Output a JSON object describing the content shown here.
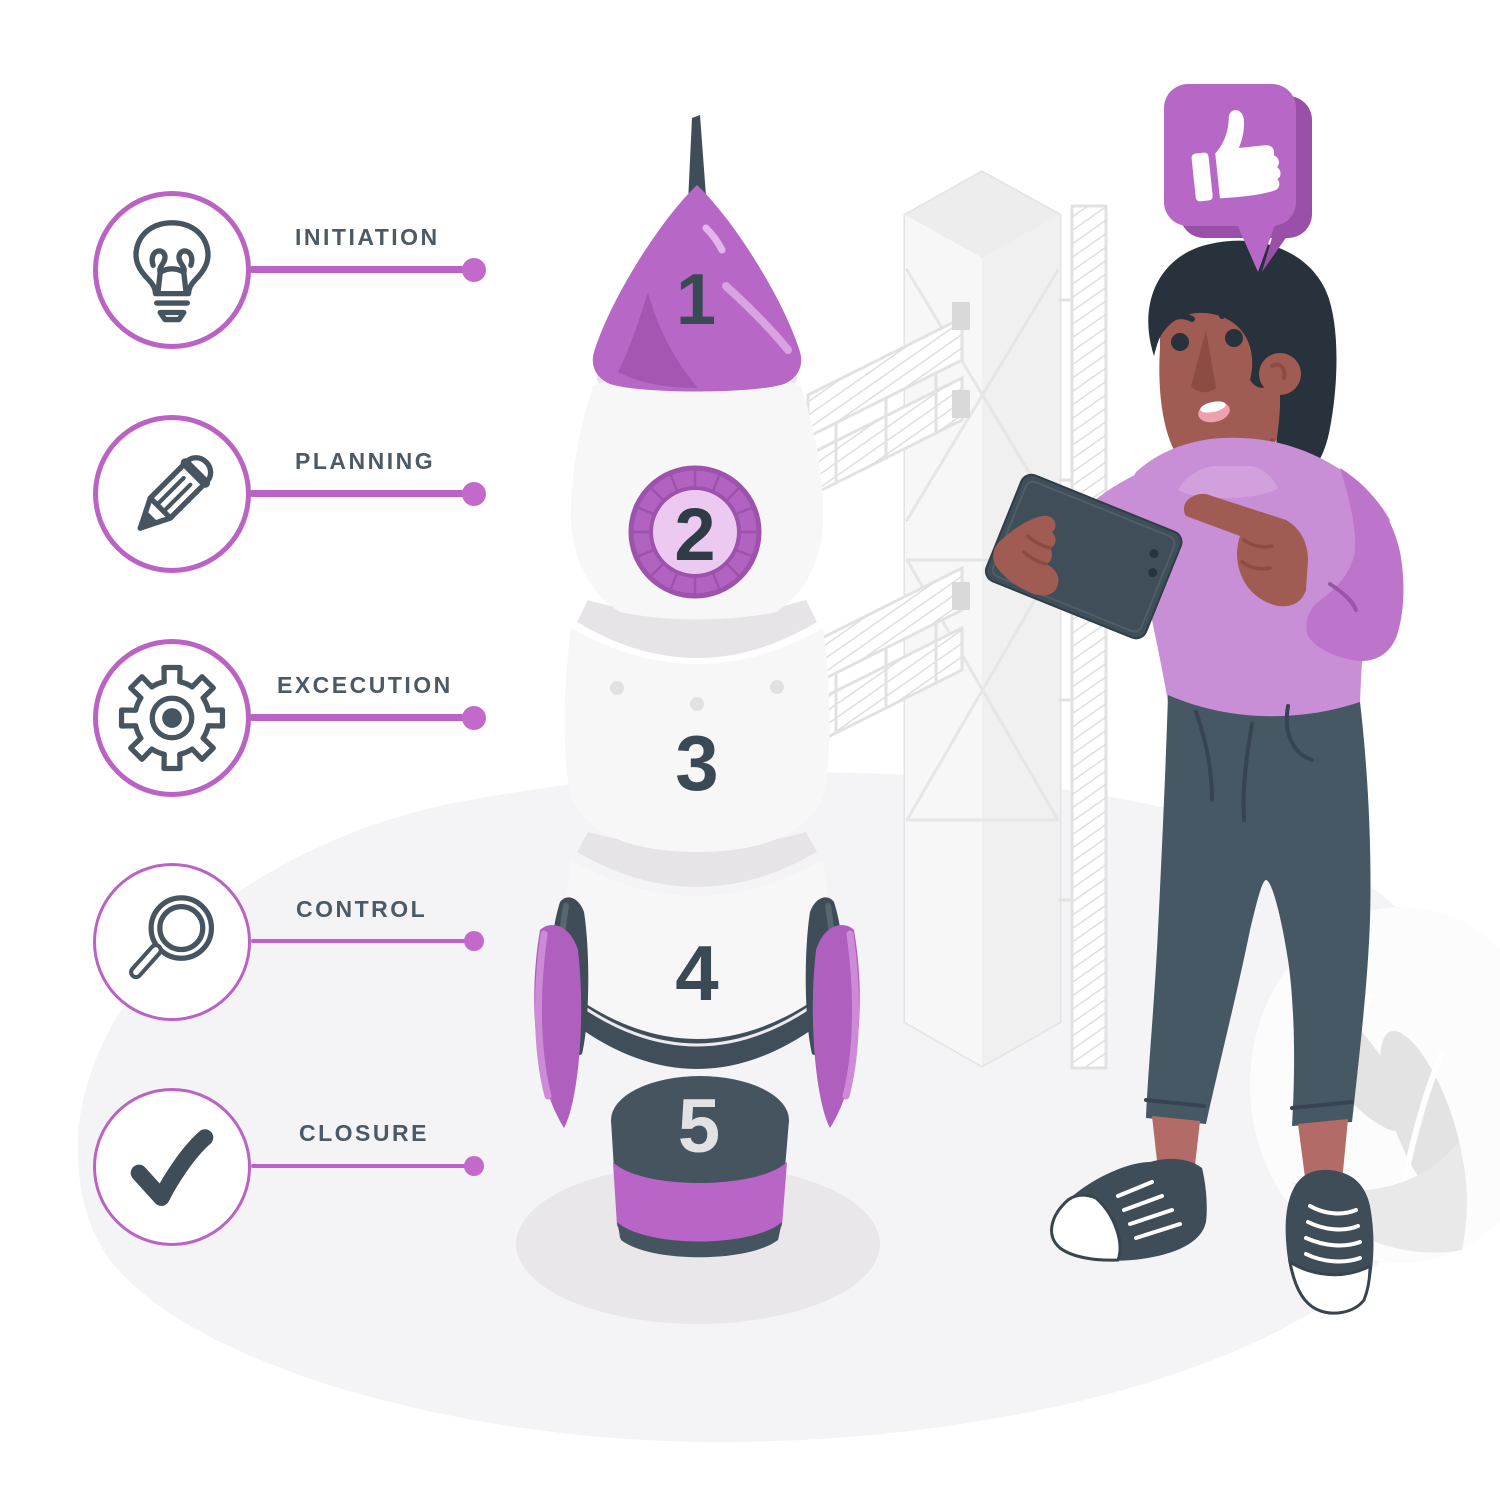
{
  "steps": [
    {
      "label": "INITIATION",
      "icon": "lightbulb-icon"
    },
    {
      "label": "PLANNING",
      "icon": "pencil-icon"
    },
    {
      "label": "EXCECUTION",
      "icon": "gear-icon"
    },
    {
      "label": "CONTROL",
      "icon": "magnifier-icon"
    },
    {
      "label": "CLOSURE",
      "icon": "checkmark-icon"
    }
  ],
  "rocket": {
    "stages": [
      {
        "number": "1"
      },
      {
        "number": "2"
      },
      {
        "number": "3"
      },
      {
        "number": "4"
      },
      {
        "number": "5"
      }
    ]
  },
  "badge": {
    "icon": "thumbs-up-icon"
  },
  "scene_elements": [
    "rocket",
    "launch-tower",
    "person-with-tablet",
    "thumbs-up-bubble",
    "ground-blob",
    "plant-decoration"
  ],
  "colors": {
    "accent_purple": "#bb63c5",
    "purple_dark": "#9a50a9",
    "cone_purple": "#b767c6",
    "slate": "#3e4d58",
    "label_text": "#4b5a66",
    "icon_stroke": "#46555f",
    "skin": "#a05c52",
    "skin_shadow": "#8c4c43",
    "hair": "#28323c",
    "shirt": "#c98fd6",
    "shirt_shade": "#bd74cb",
    "pants": "#475865",
    "ground": "#f4f4f6",
    "rocket_white": "#f8f7f8",
    "band_gray": "#e7e4e7"
  }
}
